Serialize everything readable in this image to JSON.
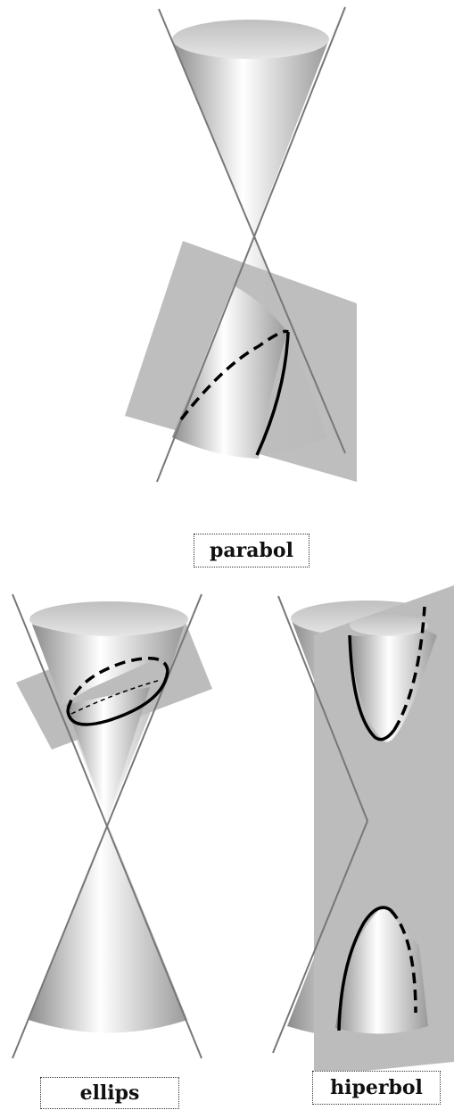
{
  "labels": {
    "parabola": "parabol",
    "ellipse": "ellips",
    "hyperbola": "hiperbol"
  },
  "colors": {
    "plane": "#bcbcbc",
    "cone_dark": "#8c8c8c",
    "cone_light": "#ffffff",
    "generator_line": "#777777",
    "conic_curve": "#000000"
  }
}
